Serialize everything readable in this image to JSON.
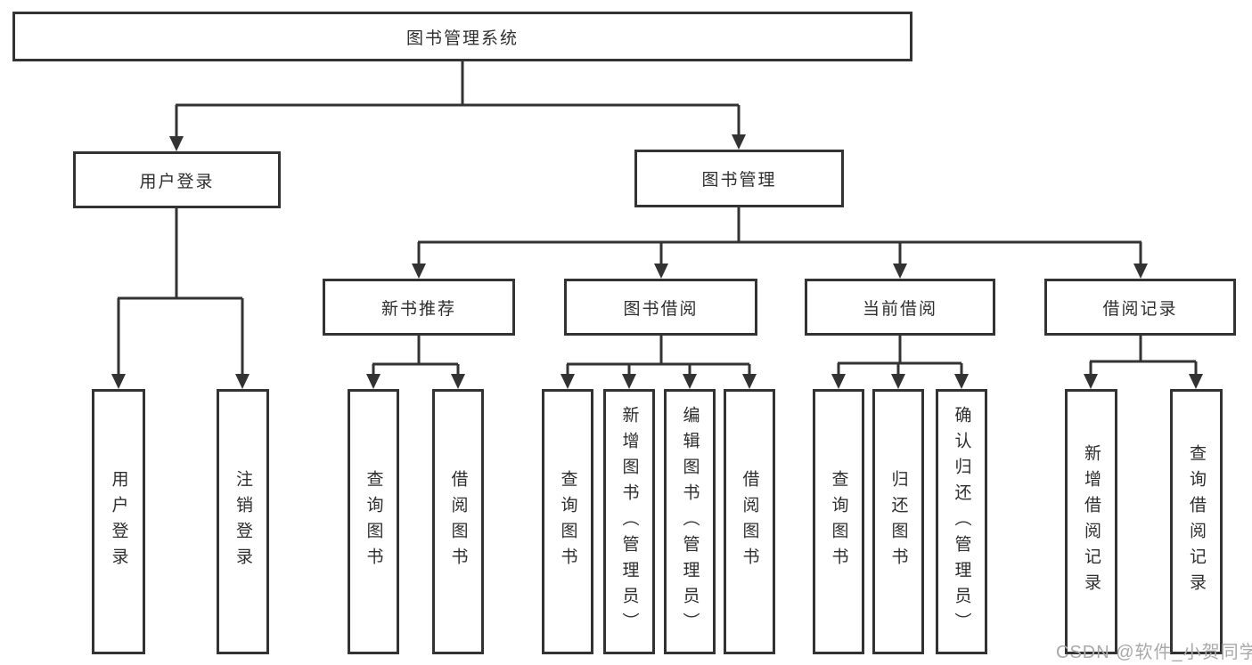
{
  "diagram": {
    "type": "hierarchy-tree",
    "nodes": {
      "root": "图书管理系统",
      "level2": {
        "user_login": "用户登录",
        "book_mgmt": "图书管理"
      },
      "level3": {
        "new_books": "新书推荐",
        "borrowing": "图书借阅",
        "current": "当前借阅",
        "records": "借阅记录"
      },
      "leaves": {
        "user_login": "用户登录",
        "logout": "注销登录",
        "nb_query": "查询图书",
        "nb_borrow": "借阅图书",
        "bw_query": "查询图书",
        "bw_add": "新增图书（管理员）",
        "bw_edit": "编辑图书（管理员）",
        "bw_borrow": "借阅图书",
        "cb_query": "查询图书",
        "cb_return": "归还图书",
        "cb_confirm": "确认归还（管理员）",
        "rc_add": "新增借阅记录",
        "rc_query": "查询借阅记录"
      }
    },
    "edges": [
      [
        "图书管理系统",
        "用户登录"
      ],
      [
        "图书管理系统",
        "图书管理"
      ],
      [
        "用户登录",
        "用户登录(叶)"
      ],
      [
        "用户登录",
        "注销登录"
      ],
      [
        "图书管理",
        "新书推荐"
      ],
      [
        "图书管理",
        "图书借阅"
      ],
      [
        "图书管理",
        "当前借阅"
      ],
      [
        "图书管理",
        "借阅记录"
      ],
      [
        "新书推荐",
        "查询图书"
      ],
      [
        "新书推荐",
        "借阅图书"
      ],
      [
        "图书借阅",
        "查询图书"
      ],
      [
        "图书借阅",
        "新增图书（管理员）"
      ],
      [
        "图书借阅",
        "编辑图书（管理员）"
      ],
      [
        "图书借阅",
        "借阅图书"
      ],
      [
        "当前借阅",
        "查询图书"
      ],
      [
        "当前借阅",
        "归还图书"
      ],
      [
        "当前借阅",
        "确认归还（管理员）"
      ],
      [
        "借阅记录",
        "新增借阅记录"
      ],
      [
        "借阅记录",
        "查询借阅记录"
      ]
    ],
    "colors": {
      "line": "#333333",
      "box_border": "#333333",
      "box_fill": "#ffffff",
      "text": "#2e2e2e",
      "watermark": "#a9a9a9",
      "background": "#ffffff"
    }
  },
  "watermark": "CSDN @软件_小贺同学"
}
